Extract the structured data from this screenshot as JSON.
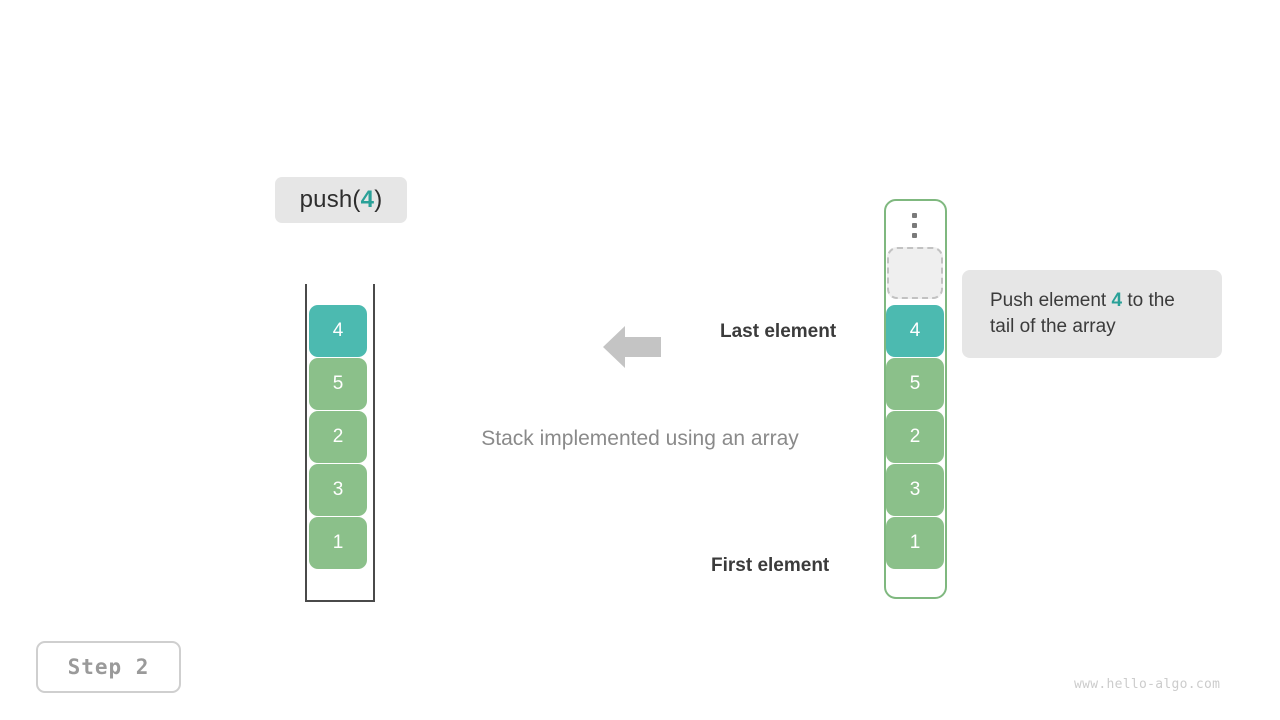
{
  "operation": {
    "prefix": "push(",
    "argument": "4",
    "suffix": ")"
  },
  "left_stack": {
    "caption": "Stack implemented using an array",
    "cells": [
      {
        "value": "4",
        "color": "teal"
      },
      {
        "value": "5",
        "color": "green"
      },
      {
        "value": "2",
        "color": "green"
      },
      {
        "value": "3",
        "color": "green"
      },
      {
        "value": "1",
        "color": "green"
      }
    ]
  },
  "annotations": {
    "last_element": "Last element",
    "first_element": "First element"
  },
  "right_array": {
    "ellipsis": "vertical-ellipsis",
    "empty_slot_value": "",
    "cells": [
      {
        "value": "4",
        "color": "teal"
      },
      {
        "value": "5",
        "color": "green"
      },
      {
        "value": "2",
        "color": "green"
      },
      {
        "value": "3",
        "color": "green"
      },
      {
        "value": "1",
        "color": "green"
      }
    ]
  },
  "tooltip": {
    "text_before": "Push element ",
    "accent": "4",
    "text_after": " to the tail of the array"
  },
  "step_badge": {
    "label": "Step 2"
  },
  "watermark": {
    "text": "www.hello-algo.com"
  },
  "colors": {
    "teal": "#4cbab0",
    "green": "#8bc08a",
    "accent_text": "#2aa198",
    "label_bg": "#e6e6e6",
    "container_stroke": "#4a4a4a",
    "array_stroke": "#7fb87f",
    "arrow": "#c4c4c4",
    "caption_text": "#8a8a8a",
    "watermark_text": "#cccccc"
  }
}
